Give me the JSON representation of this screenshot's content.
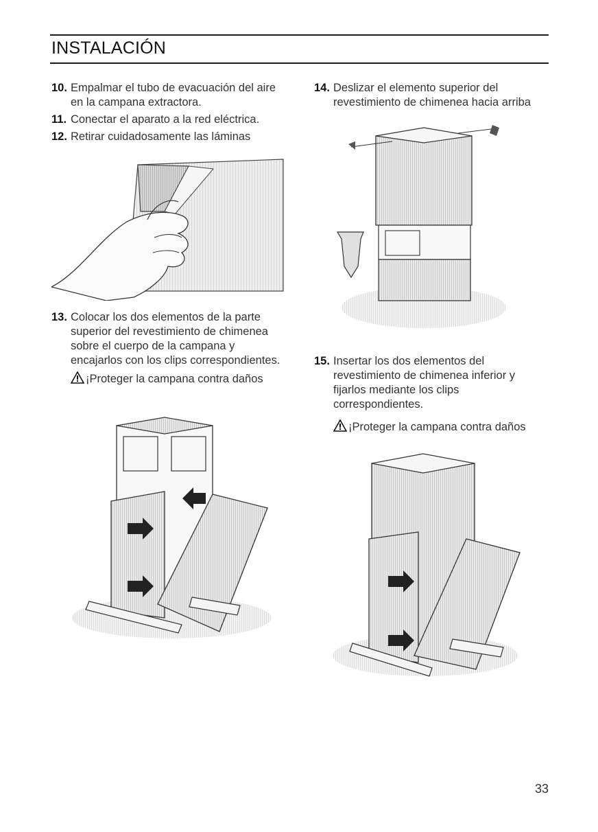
{
  "header": {
    "title": "INSTALACIÓN"
  },
  "left": {
    "steps_a": [
      {
        "num": "10.",
        "text": "Empalmar el tubo de evacuación del aire en la campana extractora."
      },
      {
        "num": "11.",
        "text": "Conectar el aparato a la red eléctrica."
      },
      {
        "num": "12.",
        "text": "Retirar cuidadosamente las láminas"
      }
    ],
    "step_13": {
      "num": "13.",
      "text": "Colocar los dos elementos de la parte superior del revestimiento de chimenea sobre el cuerpo de la campana y encajarlos con los clips correspondientes."
    },
    "warning": "¡Proteger la campana contra daños"
  },
  "right": {
    "step_14": {
      "num": "14.",
      "text": "Deslizar el elemento superior del revestimiento de chimenea hacia arriba"
    },
    "step_15": {
      "num": "15.",
      "text": "Insertar los dos elementos del revestimiento de chimenea inferior y fijarlos mediante los clips correspondientes."
    },
    "warning": "¡Proteger la campana contra daños"
  },
  "footer": {
    "page_number": "33"
  }
}
